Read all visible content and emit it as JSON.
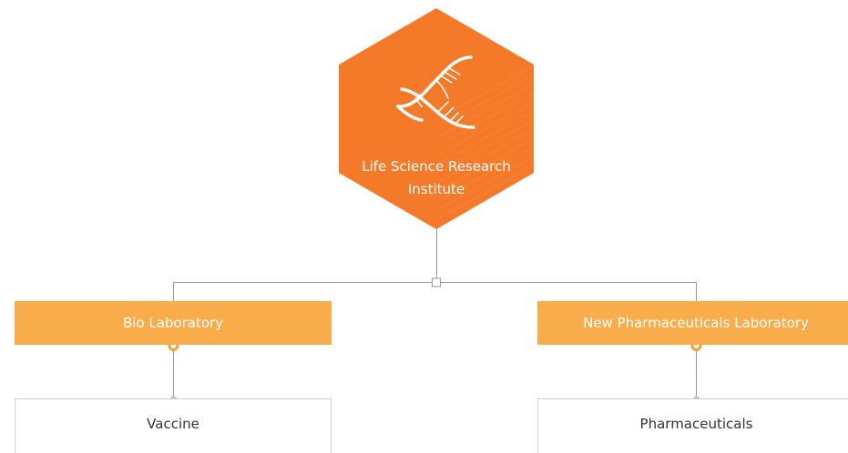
{
  "root": {
    "title_line1": "Life Science Research",
    "title_line2": "Institute",
    "icon": "dna-icon"
  },
  "labs": [
    {
      "label": "Bio Laboratory",
      "child": "Vaccine"
    },
    {
      "label": "New Pharmaceuticals Laboratory",
      "child": "Pharmaceuticals"
    }
  ],
  "colors": {
    "hexagon": "#F47A2A",
    "lab_box": "#F9AD4A",
    "connector": "#999999",
    "dot_ring": "#F7A032",
    "subbox_border": "#CFCFCF",
    "text_dark": "#333333"
  }
}
